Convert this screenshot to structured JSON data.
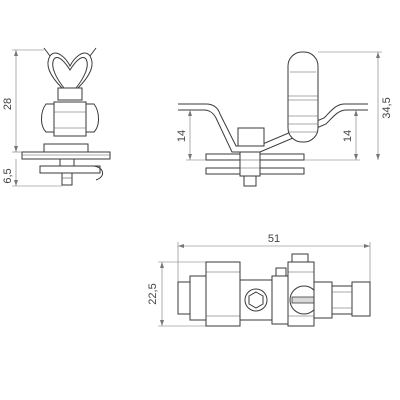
{
  "drawing": {
    "left_view": {
      "dim_28": "28",
      "dim_6_5": "6,5"
    },
    "front_view": {
      "dim_14_left": "14",
      "dim_14_right": "14",
      "dim_34_5": "34,5"
    },
    "top_view": {
      "dim_51": "51",
      "dim_22_5": "22,5"
    }
  }
}
